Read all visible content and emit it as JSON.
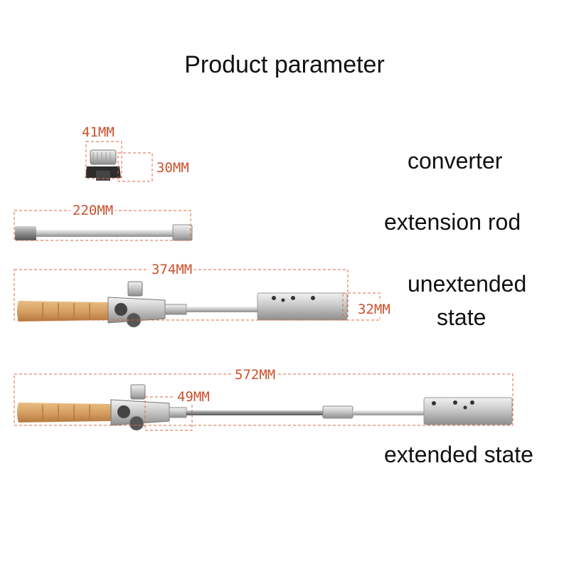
{
  "title": "Product parameter",
  "colors": {
    "dimension": "#d9673f",
    "wood": "#d9a56a",
    "steel": "#b8b8b8"
  },
  "parts": {
    "converter": {
      "label": "converter",
      "width": "41MM",
      "height": "30MM"
    },
    "extension_rod": {
      "label": "extension rod",
      "length": "220MM"
    },
    "unextended": {
      "label_line1": "unextended",
      "label_line2": "state",
      "length": "374MM",
      "diameter": "32MM"
    },
    "extended": {
      "label": "extended state",
      "length": "572MM",
      "valve": "49MM"
    }
  }
}
